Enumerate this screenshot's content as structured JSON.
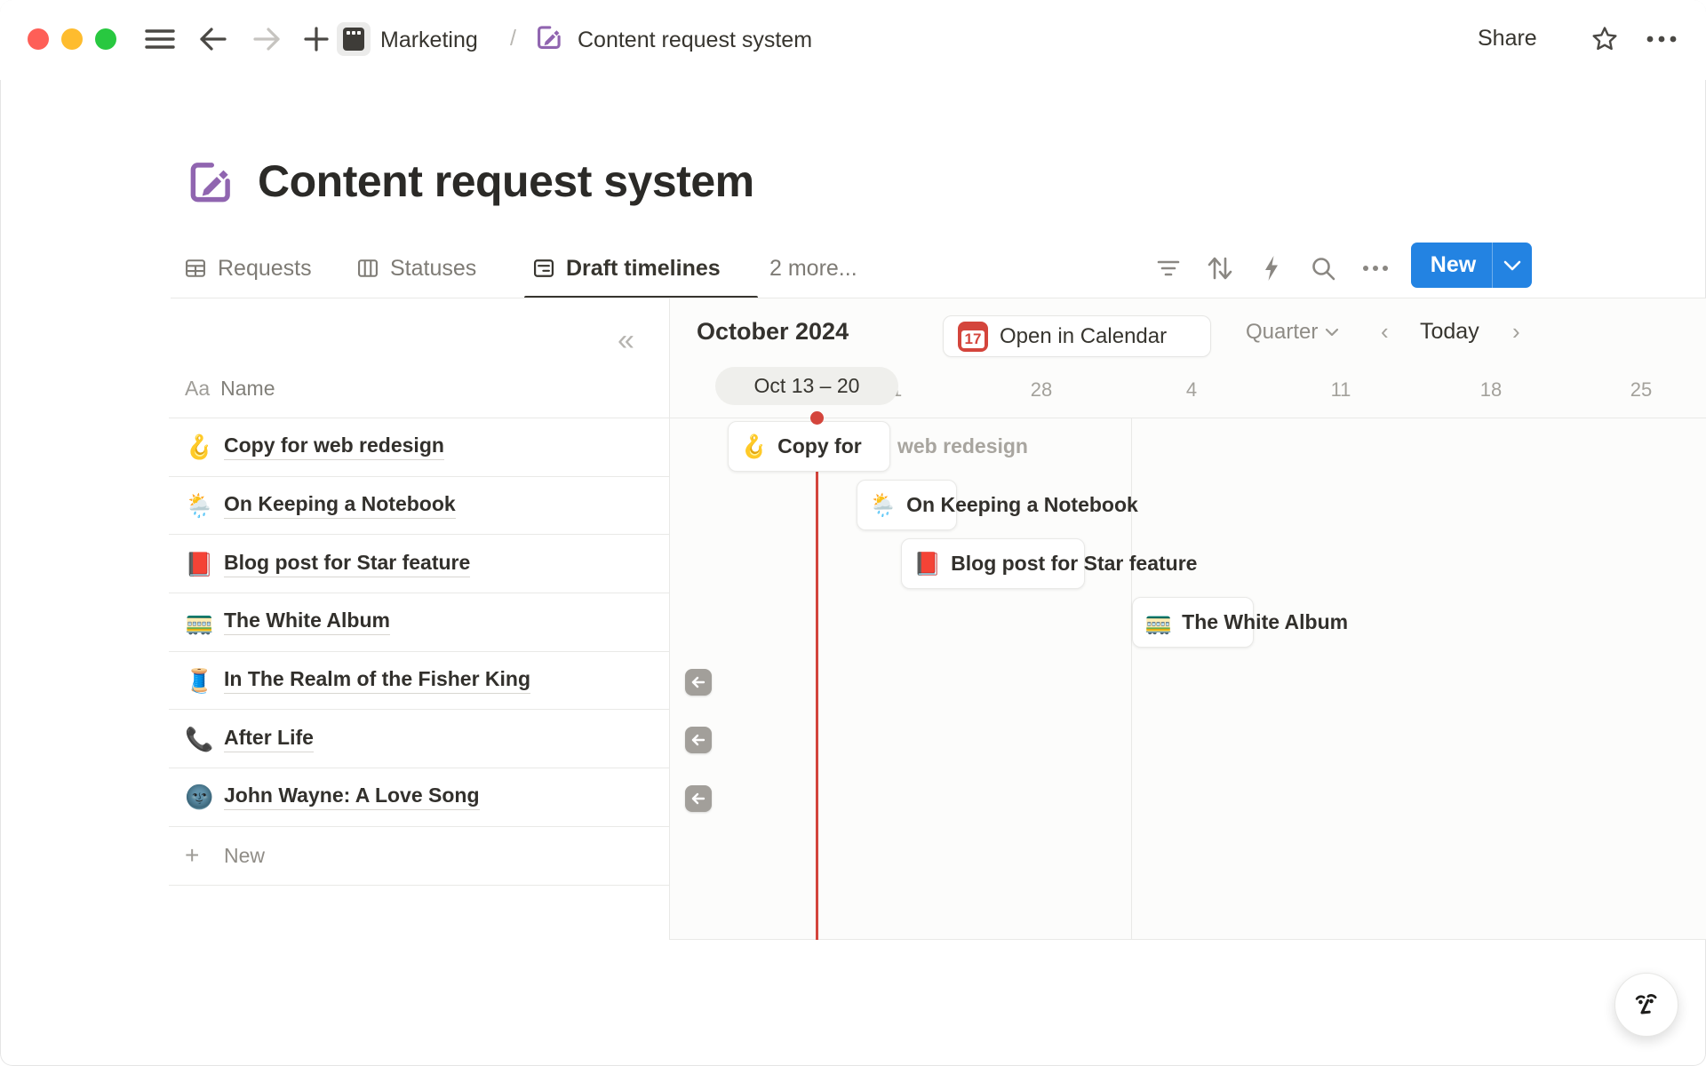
{
  "topbar": {
    "workspace": "Marketing",
    "separator": "/",
    "page": "Content request system",
    "share_label": "Share"
  },
  "page": {
    "title": "Content request system"
  },
  "view_tabs": {
    "tabs": [
      {
        "label": "Requests"
      },
      {
        "label": "Statuses"
      },
      {
        "label": "Draft timelines"
      },
      {
        "label": "2 more..."
      }
    ],
    "new_button_label": "New"
  },
  "table": {
    "name_column": {
      "type_icon": "Aa",
      "label": "Name"
    },
    "rows": [
      {
        "emoji": "🪝",
        "title": "Copy for web redesign"
      },
      {
        "emoji": "🌦️",
        "title": "On Keeping a Notebook"
      },
      {
        "emoji": "📕",
        "title": "Blog post for Star feature"
      },
      {
        "emoji": "🚃",
        "title": "The White Album"
      },
      {
        "emoji": "🧵",
        "title": "In The Realm of the Fisher King"
      },
      {
        "emoji": "📞",
        "title": "After Life"
      },
      {
        "emoji": "🌚",
        "title": "John Wayne: A Love Song"
      }
    ],
    "new_row_label": "New",
    "collapse_glyph": "«"
  },
  "timeline": {
    "month_label": "October 2024",
    "open_in_calendar_label": "Open in Calendar",
    "calendar_icon_day": "17",
    "zoom_level": "Quarter",
    "prev_glyph": "‹",
    "today_label": "Today",
    "next_glyph": "›",
    "hover_range_label": "Oct 13 – 20",
    "week_labels": [
      "21",
      "28",
      "4",
      "11",
      "18",
      "25"
    ],
    "bars": [
      {
        "emoji": "🪝",
        "visible_title": "Copy for",
        "overflow_title": "web redesign"
      },
      {
        "emoji": "🌦️",
        "title": "On Keeping a Notebook"
      },
      {
        "emoji": "📕",
        "title": "Blog post for Star feature"
      },
      {
        "emoji": "🚃",
        "title": "The White Album"
      }
    ]
  },
  "colors": {
    "accent_blue": "#2383e2",
    "page_icon_purple": "#9065b0",
    "today_red": "#d4453c",
    "traffic_red": "#fe5f57",
    "traffic_yellow": "#febc2e",
    "traffic_green": "#28c840"
  }
}
